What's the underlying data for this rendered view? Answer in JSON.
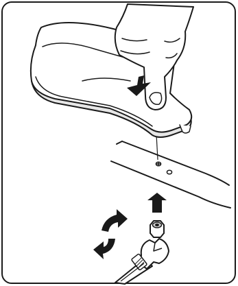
{
  "figure": {
    "kind": "assembly-instruction",
    "icons": [
      "hand-press-icon",
      "seat-cushion",
      "base-bar",
      "bolt-hole-icon",
      "arrow-down-icon",
      "arrow-up-icon",
      "rotate-arrows-icon",
      "nut-icon",
      "wrench-icon"
    ],
    "colors": {
      "stroke": "#1a1a1a",
      "fill": "#ffffff",
      "shade": "#d9d9d9",
      "arrow": "#1a1a1a"
    }
  }
}
